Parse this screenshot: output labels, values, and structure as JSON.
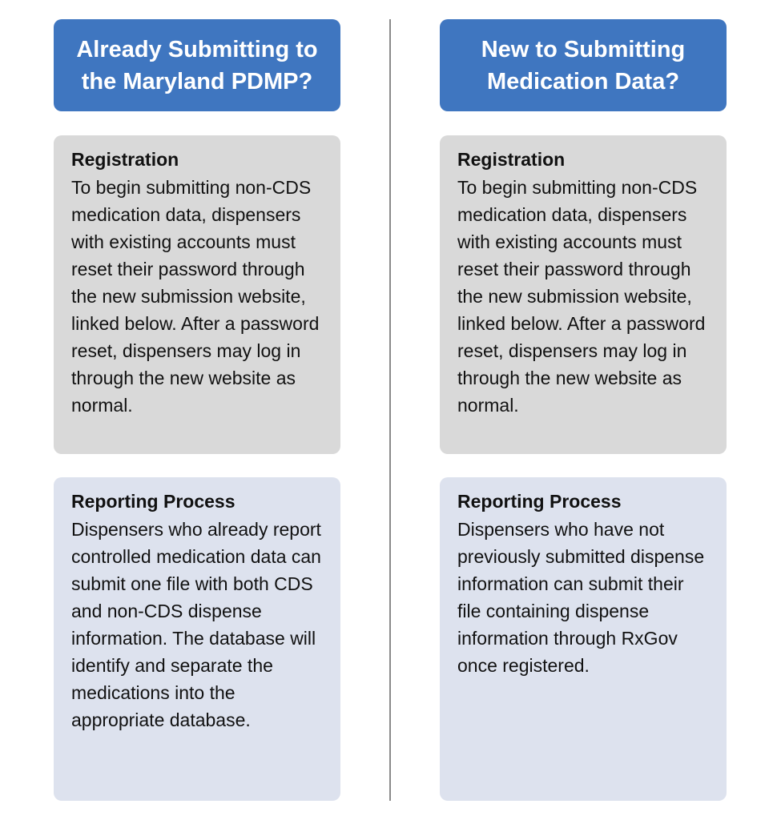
{
  "columns": [
    {
      "header": "Already Submitting to\nthe Maryland PDMP?",
      "registration": {
        "title": "Registration",
        "body": "To begin submitting non-CDS medication data, dispensers with existing accounts must reset their password through the new submission website, linked below. After a password reset, dispensers may log in through the new website as normal."
      },
      "reporting": {
        "title": "Reporting Process",
        "body": "Dispensers who already report controlled medication data can submit one file with both CDS and non-CDS dispense information. The database will identify and separate the medications into the appropriate database."
      }
    },
    {
      "header": "New to Submitting\nMedication Data?",
      "registration": {
        "title": "Registration",
        "body": "To begin submitting non-CDS medication data, dispensers with existing accounts must reset their password through the new submission website, linked below. After a password reset, dispensers may log in through the new website as normal."
      },
      "reporting": {
        "title": "Reporting Process",
        "body": "Dispensers who have not previously submitted dispense information can submit their file containing dispense information through RxGov once registered."
      }
    }
  ],
  "colors": {
    "header_bg": "#3f76c0",
    "registration_bg": "#d9d9d9",
    "reporting_bg": "#dde2ee",
    "divider": "#8a8a8a"
  }
}
